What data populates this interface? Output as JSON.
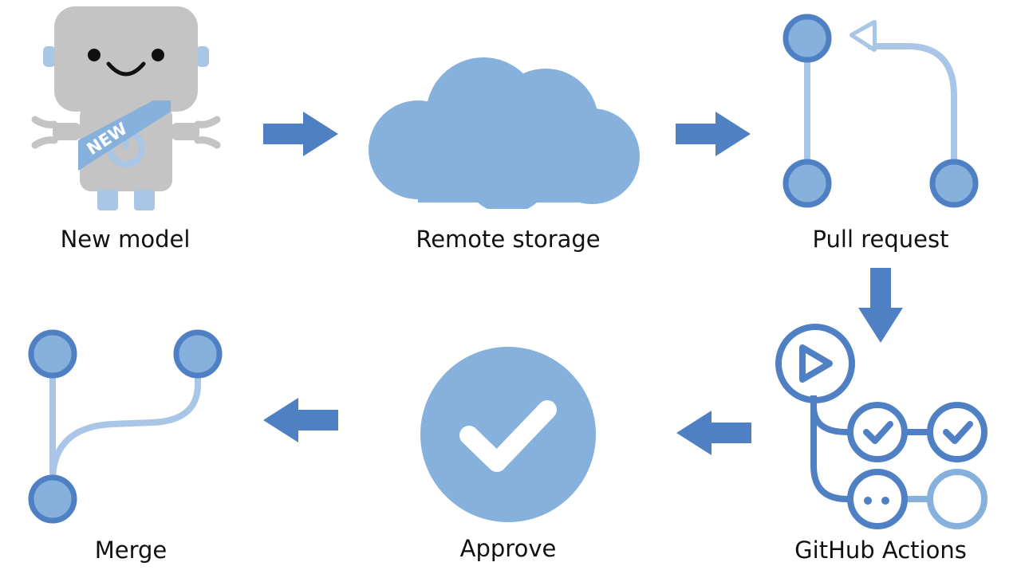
{
  "diagram": {
    "colors": {
      "dark_blue": "#4f80c4",
      "mid_blue": "#86b1dd",
      "light_blue": "#a9c6e6",
      "robot_gray": "#c4c4c4",
      "badge_text": "#ffffff"
    },
    "steps": [
      {
        "id": "new-model",
        "label": "New model",
        "icon": "robot-icon",
        "badge": "NEW"
      },
      {
        "id": "remote-storage",
        "label": "Remote storage",
        "icon": "cloud-icon"
      },
      {
        "id": "pull-request",
        "label": "Pull request",
        "icon": "pull-request-icon"
      },
      {
        "id": "github-actions",
        "label": "GitHub Actions",
        "icon": "github-actions-icon"
      },
      {
        "id": "approve",
        "label": "Approve",
        "icon": "checkmark-icon"
      },
      {
        "id": "merge",
        "label": "Merge",
        "icon": "merge-icon"
      }
    ],
    "arrows": [
      {
        "from": "new-model",
        "to": "remote-storage",
        "direction": "right"
      },
      {
        "from": "remote-storage",
        "to": "pull-request",
        "direction": "right"
      },
      {
        "from": "pull-request",
        "to": "github-actions",
        "direction": "down"
      },
      {
        "from": "github-actions",
        "to": "approve",
        "direction": "left"
      },
      {
        "from": "approve",
        "to": "merge",
        "direction": "left"
      }
    ]
  }
}
